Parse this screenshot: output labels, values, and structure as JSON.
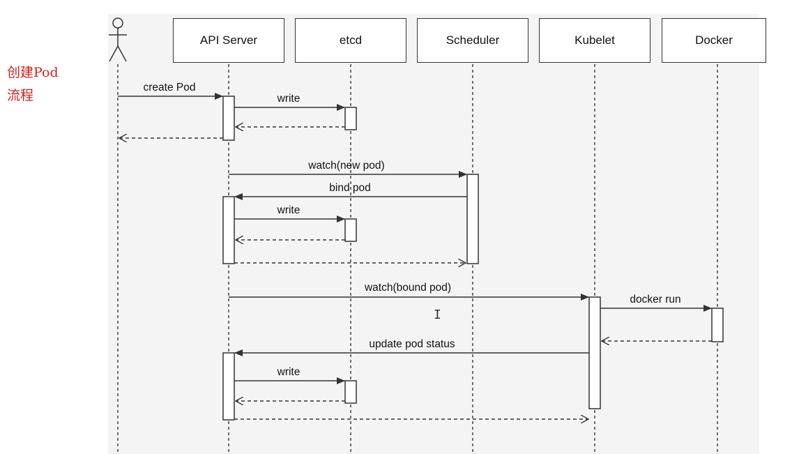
{
  "side_title": {
    "line1": "创建Pod",
    "line2": "流程"
  },
  "participants": [
    {
      "id": "actor",
      "label": ""
    },
    {
      "id": "api",
      "label": "API Server"
    },
    {
      "id": "etcd",
      "label": "etcd"
    },
    {
      "id": "scheduler",
      "label": "Scheduler"
    },
    {
      "id": "kubelet",
      "label": "Kubelet"
    },
    {
      "id": "docker",
      "label": "Docker"
    }
  ],
  "messages": {
    "create_pod": "create Pod",
    "write_1": "write",
    "watch_new_pod": "watch(new pod)",
    "bind_pod": "bind pod",
    "write_2": "write",
    "watch_bound_pod": "watch(bound pod)",
    "docker_run": "docker run",
    "update_pod_status": "update pod status",
    "write_3": "write"
  },
  "colors": {
    "title": "#d0211c",
    "line": "#333333",
    "canvas": "#f4f4f4"
  }
}
